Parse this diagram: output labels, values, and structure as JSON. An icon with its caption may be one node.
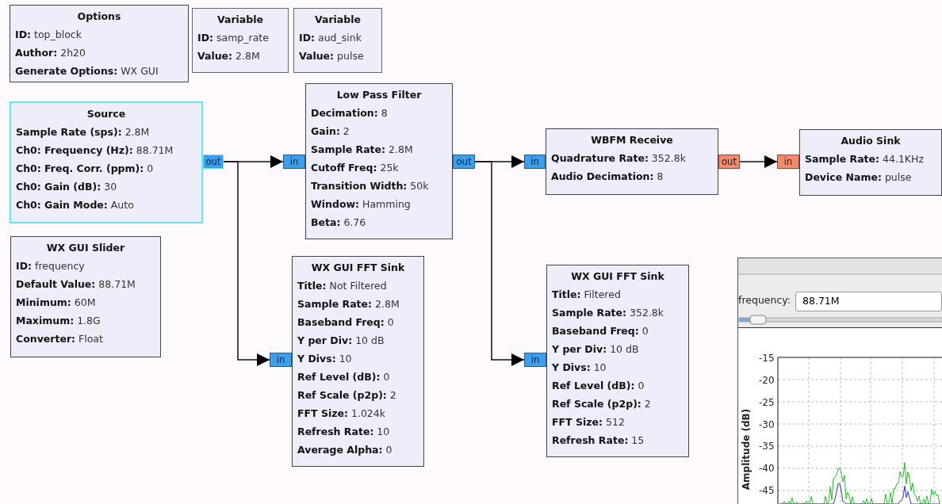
{
  "diagram": {
    "nodes": [
      {
        "text": [
          "Options",
          "**ID:** top_block",
          "**Author:** 2h20",
          "**Generate Options:** WX GUI"
        ]
      },
      {
        "text": [
          "Variable",
          "**ID:** samp_rate",
          "**Value:** 2.8M"
        ]
      },
      {
        "text": [
          "Variable",
          "**ID:** aud_sink",
          "**Value:** pulse"
        ]
      },
      {
        "text": [
          "Source",
          "**Sample Rate (sps):** 2.8M",
          "**Ch0: Frequency (Hz):** 88.71M",
          "**Ch0: Freq. Corr. (ppm):** 0",
          "**Ch0: Gain (dB):** 30",
          "**Ch0: Gain Mode:** Auto"
        ]
      },
      {
        "text": [
          "Low Pass Filter",
          "**Decimation:** 8",
          "**Gain:** 2",
          "**Sample Rate:** 2.8M",
          "**Cutoff Freq:** 25k",
          "**Transition Width:** 50k",
          "**Window:** Hamming",
          "**Beta:** 6.76"
        ]
      },
      {
        "text": [
          "WBFM Receive",
          "**Quadrature Rate:** 352.8k",
          "**Audio Decimation:** 8"
        ]
      },
      {
        "text": [
          "Audio Sink",
          "**Sample Rate:** 44.1KHz",
          "**Device Name:** pulse"
        ]
      },
      {
        "text": [
          "WX GUI Slider",
          "**ID:** frequency",
          "**Default Value:** 88.71M",
          "**Minimum:** 60M",
          "**Maximum:** 1.8G",
          "**Converter:** Float"
        ]
      },
      {
        "text": [
          "WX GUI FFT Sink",
          "**Title:** Not Filtered",
          "**Sample Rate:** 2.8M",
          "**Baseband Freq:** 0",
          "**Y per Div:** 10 dB",
          "**Y Divs:** 10",
          "**Ref Level (dB):** 0",
          "**Ref Scale (p2p):** 2",
          "**FFT Size:** 1.024k",
          "**Refresh Rate:** 10",
          "**Average Alpha:** 0"
        ]
      },
      {
        "text": [
          "WX GUI FFT Sink",
          "**Title:** Filtered",
          "**Sample Rate:** 352.8k",
          "**Baseband Freq:** 0",
          "**Y per Div:** 10 dB",
          "**Y Divs:** 10",
          "**Ref Level (dB):** 0",
          "**Ref Scale (p2p):** 2",
          "**FFT Size:** 512",
          "**Refresh Rate:** 15"
        ]
      },
      {
        "text": [
          "out"
        ]
      },
      {
        "text": [
          "in"
        ]
      },
      {
        "text": [
          "out"
        ]
      },
      {
        "text": [
          "in"
        ]
      },
      {
        "text": [
          "out"
        ]
      },
      {
        "text": [
          "in"
        ]
      },
      {
        "text": [
          "in"
        ]
      },
      {
        "text": [
          "in"
        ]
      }
    ],
    "edges": [
      {
        "from": 10,
        "to": 11,
        "arrow": "to"
      },
      {
        "from": 10,
        "to": 16,
        "arrow": "to"
      },
      {
        "from": 12,
        "to": 13,
        "arrow": "to"
      },
      {
        "from": 12,
        "to": 17,
        "arrow": "to"
      },
      {
        "from": 14,
        "to": 15,
        "arrow": "to"
      }
    ],
    "labels": [
      "frequency:",
      "88.71M",
      "-15",
      "-20",
      "-25",
      "-30",
      "-35",
      "-40",
      "-45",
      "Amplitude (dB)"
    ]
  }
}
